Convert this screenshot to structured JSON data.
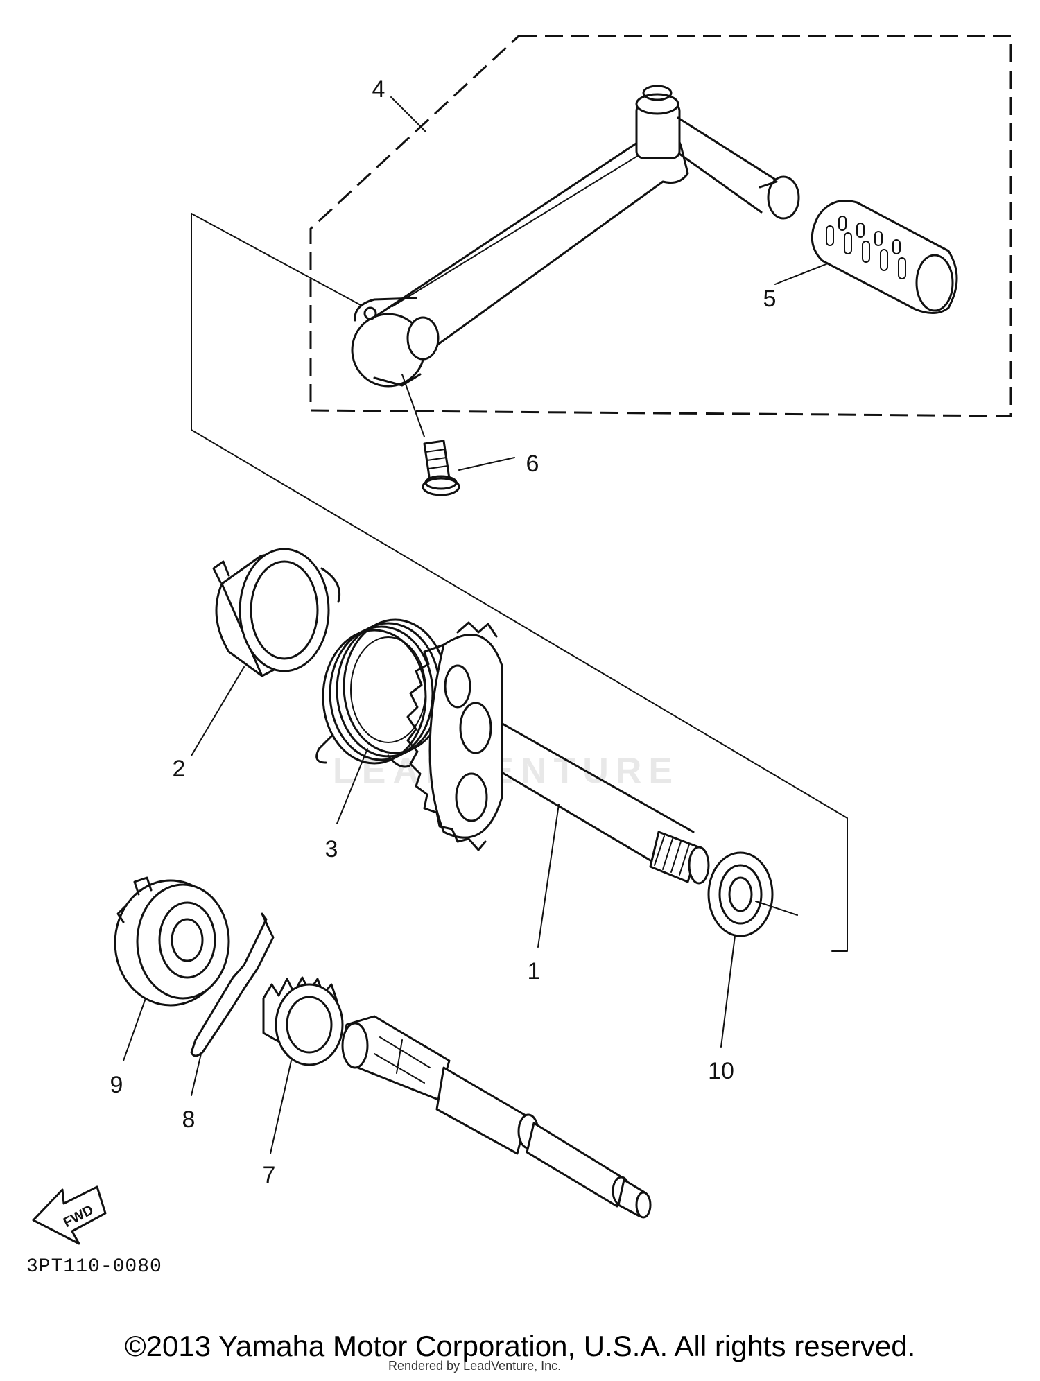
{
  "diagram": {
    "callouts": {
      "p1": "1",
      "p2": "2",
      "p3": "3",
      "p4": "4",
      "p5": "5",
      "p6": "6",
      "p7": "7",
      "p8": "8",
      "p9": "9",
      "p10": "10"
    },
    "fwd_label": "FWD",
    "code": "3PT110-0080"
  },
  "footer": {
    "copyright": "©2013 Yamaha Motor Corporation, U.S.A. All rights reserved.",
    "render_credit": "Rendered by LeadVenture, Inc."
  },
  "watermark": {
    "text": "LEADVENTURE"
  },
  "colors": {
    "ink": "#111111",
    "background": "#ffffff"
  }
}
